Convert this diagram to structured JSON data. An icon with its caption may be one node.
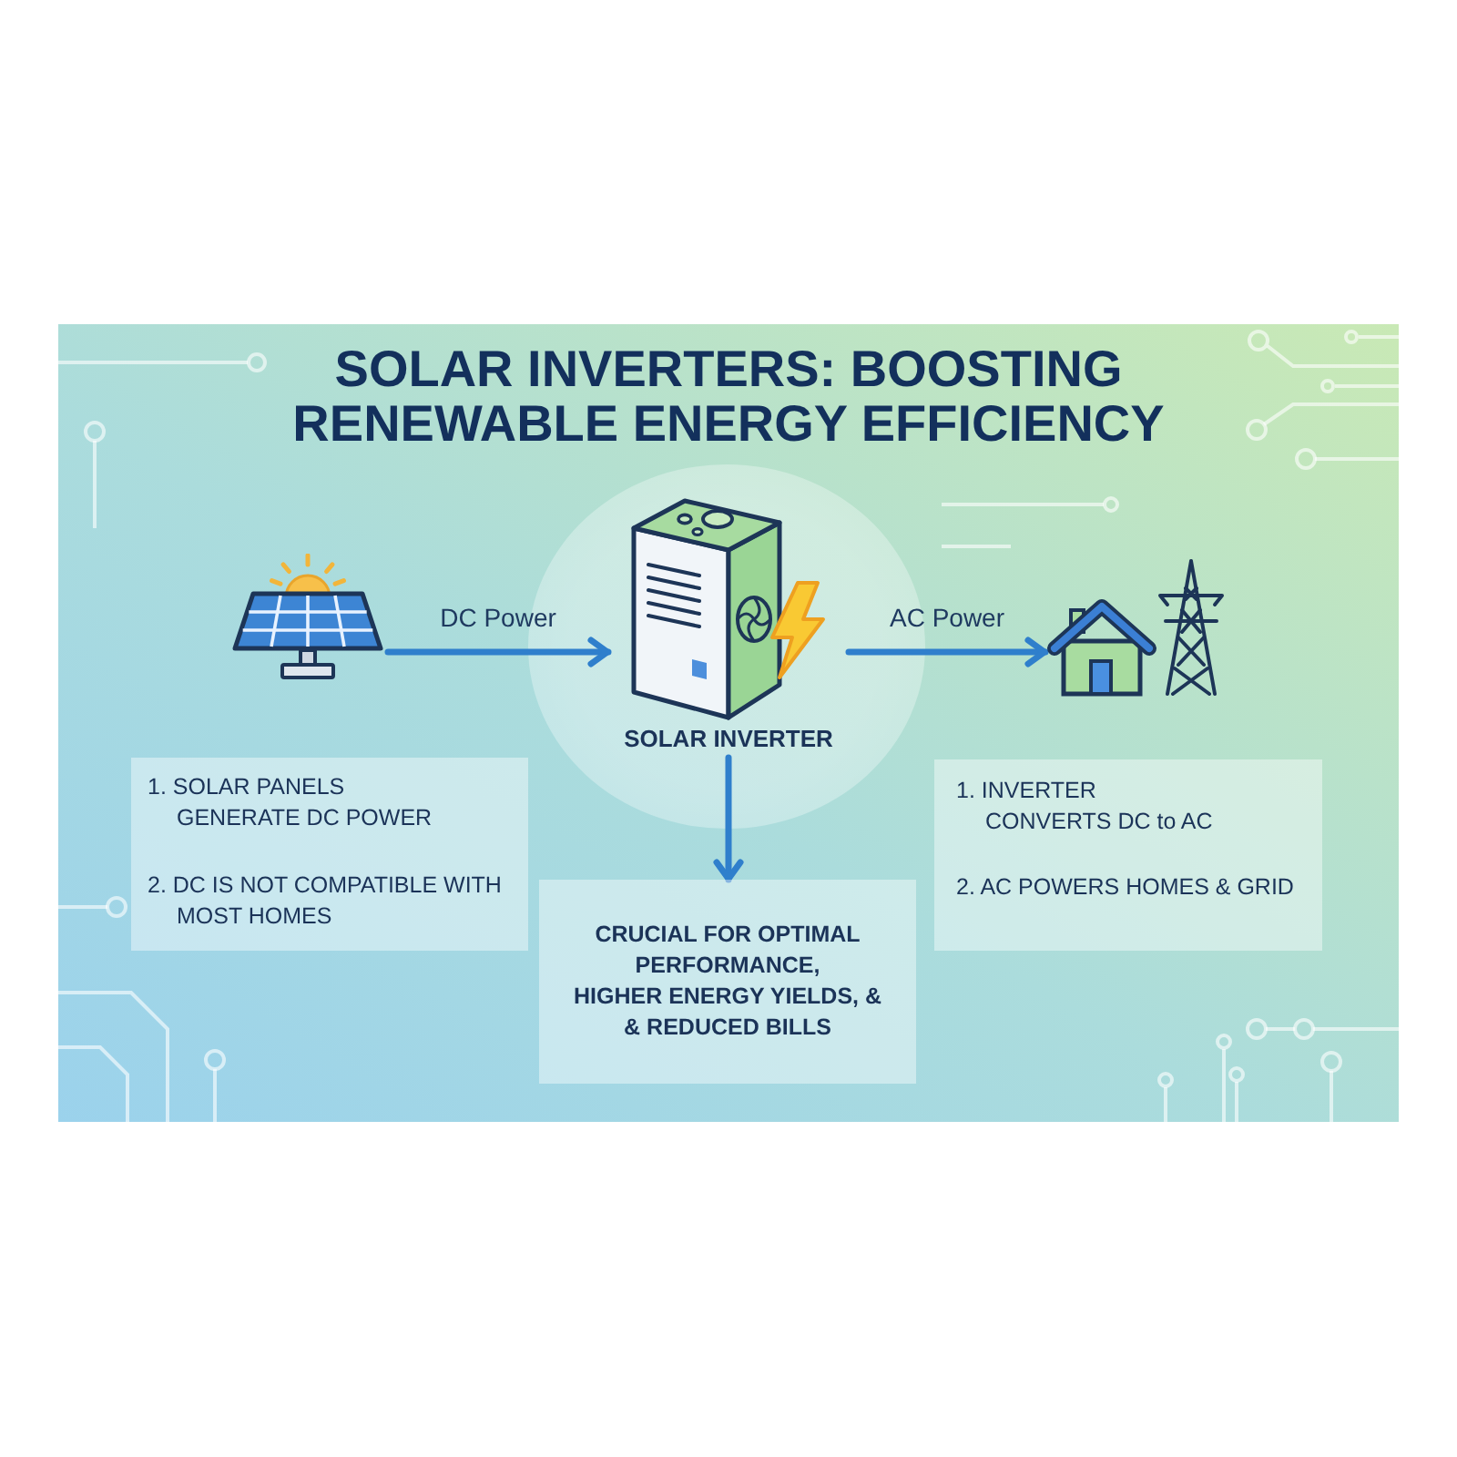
{
  "diagram": {
    "title": "SOLAR INVERTERS: BOOSTING RENEWABLE ENERGY EFFICIENCY",
    "nodes": [
      {
        "text": [],
        "shape": "picture"
      },
      {
        "text": [
          "SOLAR INVERTER"
        ]
      },
      {
        "text": [],
        "shape": "picture"
      },
      {
        "text": [
          "1. SOLAR PANELS GENERATE DC POWER",
          "2. DC IS NOT COMPATIBLE WITH MOST HOMES"
        ]
      },
      {
        "text": [
          "CRUCIAL FOR OPTIMAL PERFORMANCE, HIGHER ENERGY YIELDS, & & REDUCED BILLS"
        ]
      },
      {
        "text": [
          "1. INVERTER CONVERTS DC to AC",
          "2. AC POWERS HOMES & GRID"
        ]
      }
    ],
    "edges": [
      {
        "from": 0,
        "to": 1,
        "arrow": "to",
        "label": "DC Power"
      },
      {
        "from": 1,
        "to": 2,
        "arrow": "to",
        "label": "AC Power"
      },
      {
        "from": 1,
        "to": 4,
        "arrow": "to"
      }
    ]
  }
}
